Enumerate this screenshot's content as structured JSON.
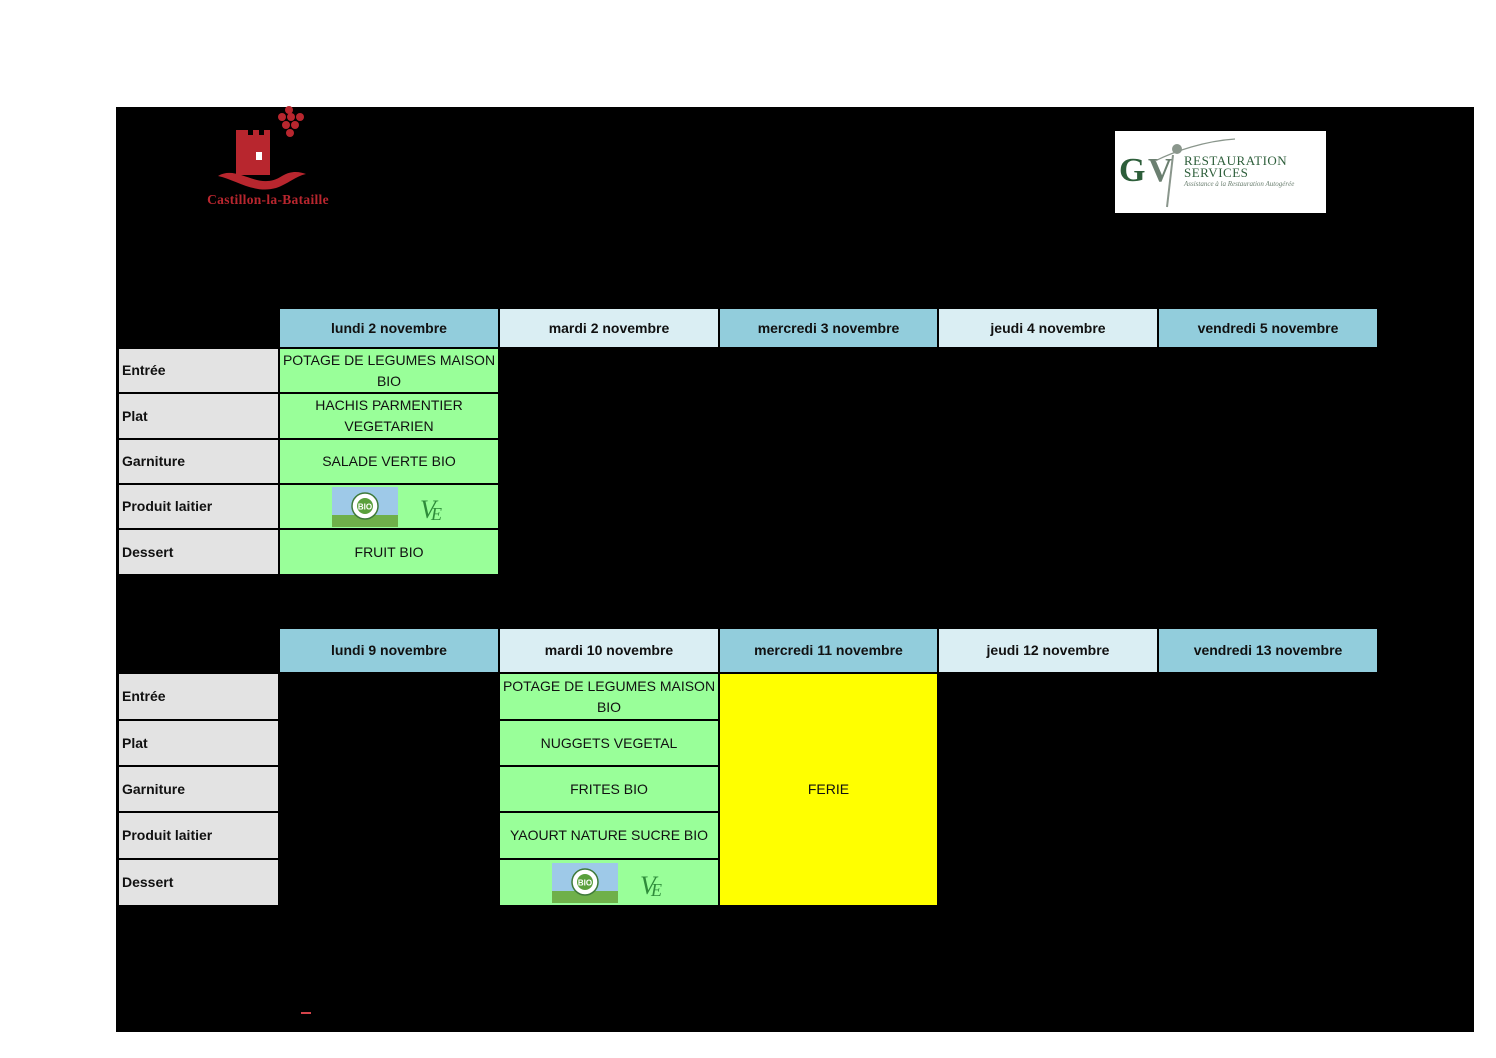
{
  "logos": {
    "left": {
      "text": "Castillon-la-Bataille",
      "icon": "castle-grapes-logo",
      "color": "#b8262e"
    },
    "right": {
      "monogram": "GV",
      "line1": "RESTAURATION",
      "line2": "SERVICES",
      "tagline": "Assistance à la Restauration Autogérée",
      "icon": "gv-restauration-logo",
      "color": "#2d5e3a"
    }
  },
  "colors": {
    "header_dark": "#92cddc",
    "header_light": "#daeef3",
    "row_label": "#e3e3e3",
    "menu_cell": "#99ff99",
    "holiday": "#ffff00",
    "background": "#000000"
  },
  "badges": {
    "bio": "BIO",
    "bio_ring": "TERRITOIRE BIO ENGAGÉ",
    "ve": "VÉ"
  },
  "row_labels": [
    "Entrée",
    "Plat",
    "Garniture",
    "Produit laitier",
    "Dessert"
  ],
  "week1": {
    "days": [
      "lundi 2 novembre",
      "mardi 2 novembre",
      "mercredi 3 novembre",
      "jeudi 4 novembre",
      "vendredi 5 novembre"
    ],
    "monday": {
      "entree": "POTAGE DE LEGUMES MAISON BIO",
      "plat": "HACHIS PARMENTIER VEGETARIEN",
      "garniture": "SALADE VERTE BIO",
      "produit_laitier_icons": [
        "bio-territoire-engage-icon",
        "vegetarian-ve-icon"
      ],
      "dessert": "FRUIT BIO"
    }
  },
  "week2": {
    "days": [
      "lundi 9 novembre",
      "mardi 10 novembre",
      "mercredi 11 novembre",
      "jeudi 12 novembre",
      "vendredi 13 novembre"
    ],
    "tuesday": {
      "entree": "POTAGE DE LEGUMES MAISON BIO",
      "plat": "NUGGETS VEGETAL",
      "garniture": "FRITES BIO",
      "produit_laitier": "YAOURT NATURE SUCRE BIO",
      "dessert_icons": [
        "bio-territoire-engage-icon",
        "vegetarian-ve-icon"
      ]
    },
    "wednesday": "FERIE"
  }
}
